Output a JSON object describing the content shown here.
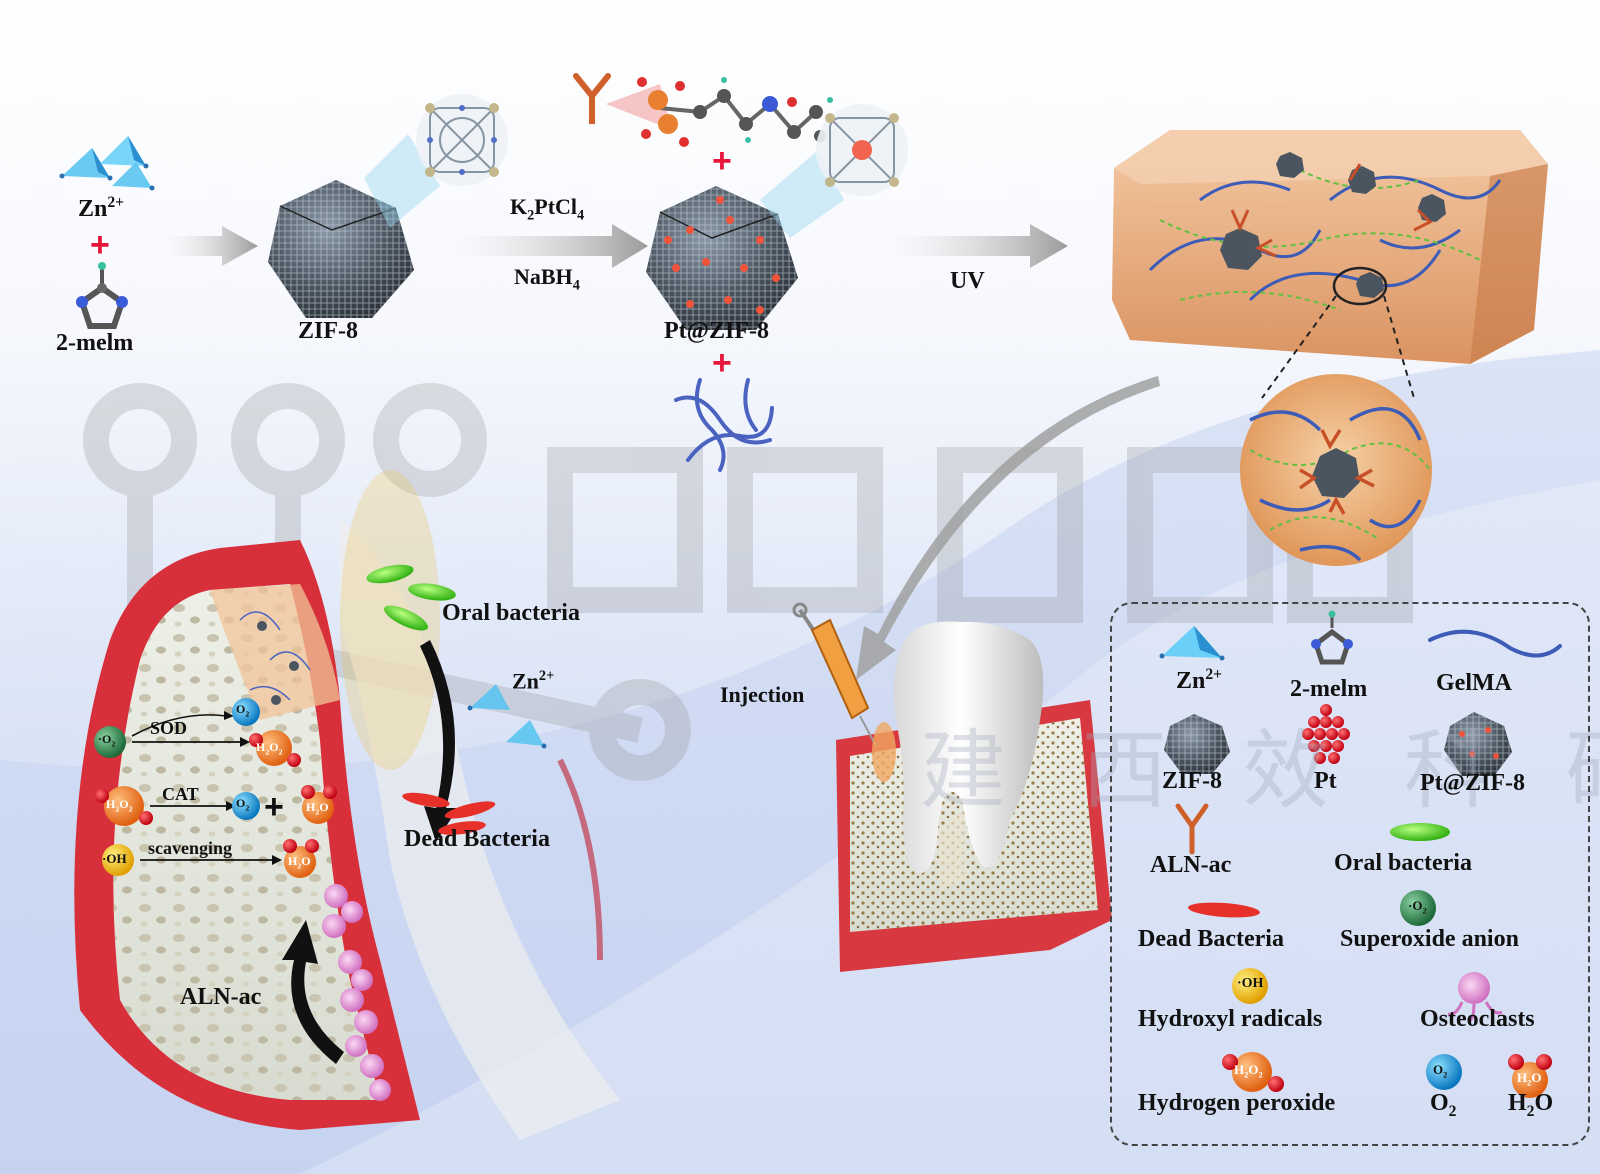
{
  "watermark": {
    "cn_text": "建 西 效 科 研 生 态"
  },
  "synthesis": {
    "zn": "Zn",
    "zn_charge": "2+",
    "melm": "2-melm",
    "zif8": "ZIF-8",
    "reagent_k": "K",
    "reagent_k_sub1": "2",
    "reagent_ptcl": "PtCl",
    "reagent_ptcl_sub": "4",
    "reagent_na": "NaBH",
    "reagent_na_sub": "4",
    "pt_zif8": "Pt@ZIF-8",
    "uv": "UV"
  },
  "process": {
    "oral_bacteria": "Oral bacteria",
    "dead_bacteria": "Dead Bacteria",
    "zn": "Zn",
    "zn_charge": "2+",
    "injection": "Injection",
    "sod": "SOD",
    "cat": "CAT",
    "scavenging": "scavenging",
    "aln_ac": "ALN-ac",
    "o2": "O",
    "o2_sub": "2",
    "superoxide": "·O",
    "superoxide_sub": "2",
    "h2o2_a": "H",
    "h2o2_b": "2",
    "h2o2_c": "O",
    "h2o2_d": "2",
    "h2o_a": "H",
    "h2o_b": "2",
    "h2o_c": "O",
    "oh": "·OH"
  },
  "legend": {
    "zn": "Zn",
    "zn_charge": "2+",
    "melm": "2-melm",
    "gelma": "GelMA",
    "zif8": "ZIF-8",
    "pt": "Pt",
    "pt_zif8": "Pt@ZIF-8",
    "aln_ac": "ALN-ac",
    "oral_bacteria": "Oral bacteria",
    "dead_bacteria": "Dead Bacteria",
    "superoxide_anion": "Superoxide anion",
    "hydroxyl_radicals": "Hydroxyl radicals",
    "osteoclasts": "Osteoclasts",
    "hydrogen_peroxide": "Hydrogen peroxide",
    "o2_a": "O",
    "o2_b": "2",
    "h2o_a": "H",
    "h2o_b": "2",
    "h2o_c": "O"
  },
  "colors": {
    "arrow_gray": "#9a9a9a",
    "plus_red": "#e8163a",
    "zif_gray": "#4a5560",
    "pt_red": "#f0553c",
    "hydrogel_orange": "#e8a06c",
    "gum_red": "#d8303a",
    "fiber_blue": "#3c5cb8",
    "bacteria_green": "#44cc22",
    "o2_blue": "#1aa8e0",
    "h2o2_orange": "#f08030",
    "oh_yellow": "#f4c020",
    "superoxide_green": "#2e8a4e",
    "osteoclast_pink": "#e89adc"
  }
}
